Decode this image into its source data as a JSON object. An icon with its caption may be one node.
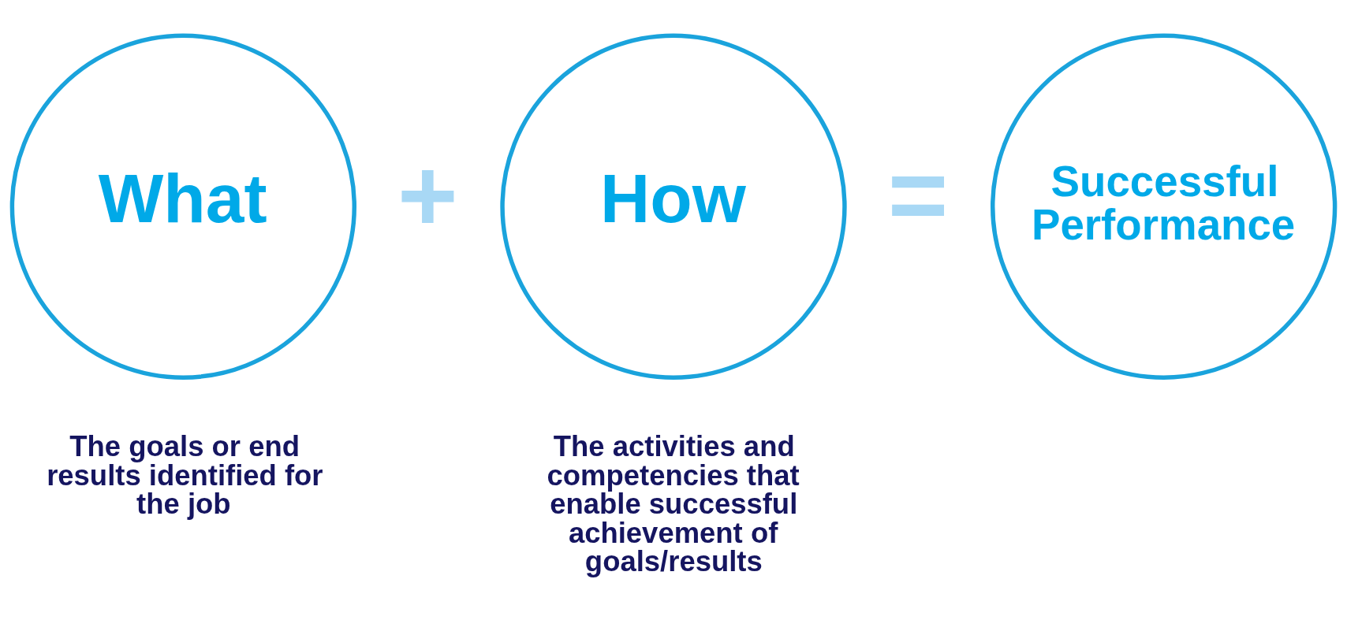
{
  "diagram": {
    "nodes": [
      {
        "text": [
          "What"
        ],
        "beside": [
          "The goals or end results identified for the job"
        ]
      },
      {
        "text": [
          "How"
        ],
        "beside": [
          "The activities and competencies that enable successful achievement of goals/results"
        ]
      },
      {
        "text": [
          "Successful Performance"
        ]
      }
    ],
    "labels": [
      "+",
      "="
    ]
  }
}
